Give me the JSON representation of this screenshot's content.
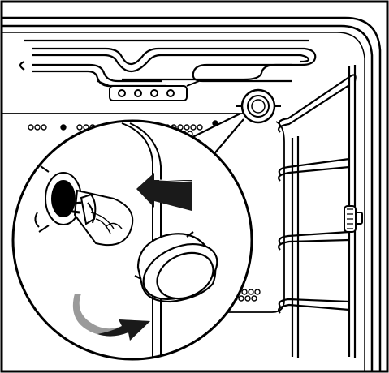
{
  "diagram": {
    "subject": "oven-lamp-replacement",
    "parts": [
      {
        "id": "heating-element",
        "icon": "heating-coil-icon"
      },
      {
        "id": "rear-vent-holes",
        "icon": "vent-holes-icon"
      },
      {
        "id": "lamp-cover",
        "icon": "lamp-cover-icon"
      },
      {
        "id": "side-rack",
        "icon": "shelf-rack-icon"
      },
      {
        "id": "rack-knob",
        "icon": "knob-icon"
      },
      {
        "id": "bulb",
        "icon": "halogen-bulb-icon"
      },
      {
        "id": "pull-arrow",
        "icon": "arrow-left-icon"
      },
      {
        "id": "rotate-arrow",
        "icon": "rotate-arrow-icon"
      }
    ],
    "colors": {
      "line": "#000000",
      "background": "#ffffff",
      "arrow-shade": "#9a9a9a",
      "arrow-dark": "#1a1a1a"
    }
  }
}
